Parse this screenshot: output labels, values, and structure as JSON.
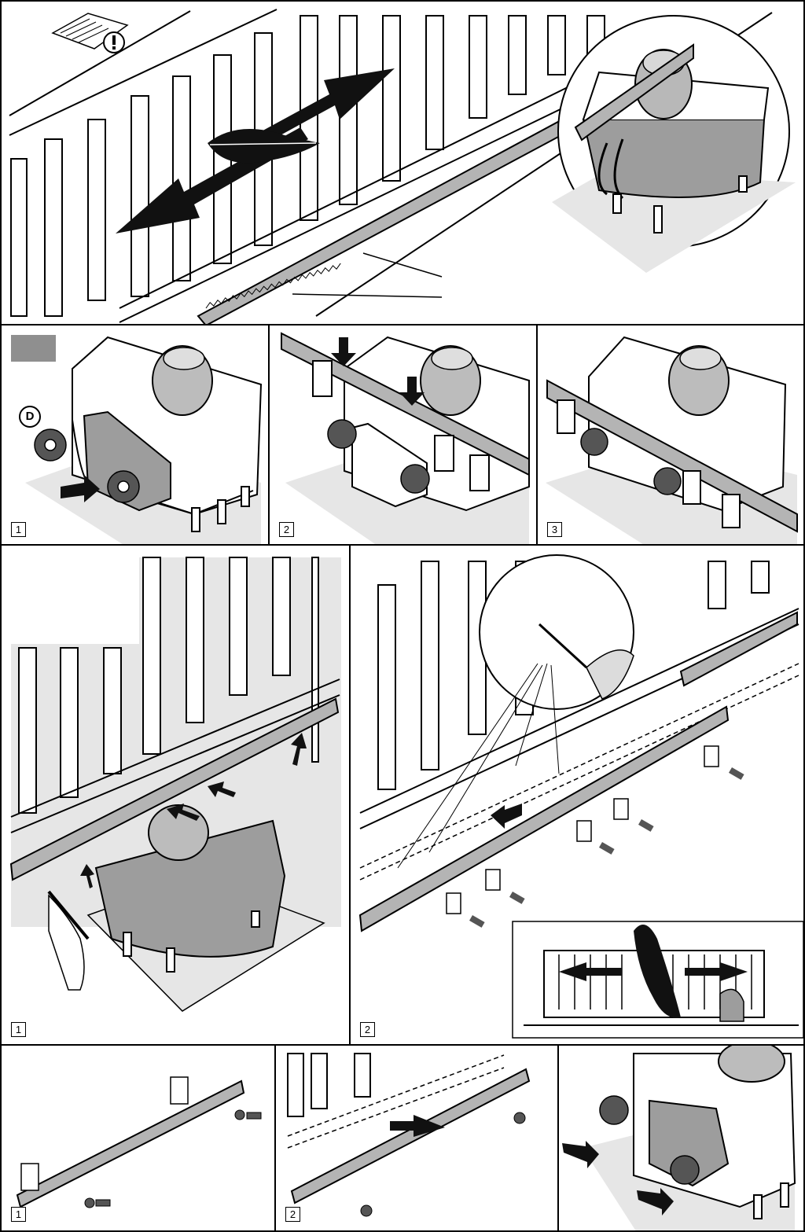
{
  "rows": [
    {
      "panels": [
        {
          "name": "fence-overview-panel",
          "step": ""
        }
      ]
    },
    {
      "panels": [
        {
          "name": "mount-rack-step-1-panel",
          "step": "1",
          "callout": "D"
        },
        {
          "name": "mount-rack-step-2-panel",
          "step": "2"
        },
        {
          "name": "mount-rack-step-3-panel",
          "step": "3"
        }
      ]
    },
    {
      "panels": [
        {
          "name": "mark-rack-step-1-panel",
          "step": "1"
        },
        {
          "name": "drill-rack-step-2-panel",
          "step": "2"
        }
      ]
    },
    {
      "panels": [
        {
          "name": "rack-joint-step-1-panel",
          "step": "1"
        },
        {
          "name": "rack-joint-step-2-panel",
          "step": "2"
        },
        {
          "name": "remove-knobs-panel",
          "step": ""
        }
      ]
    }
  ],
  "icons": {
    "manual": "manual-warning-icon",
    "feather": "feather-icon",
    "arrow": "double-arrow-icon"
  },
  "colors": {
    "line": "#000000",
    "rack_fill": "#b4b4b4",
    "motor_fill": "#9d9d9d",
    "floor_fill": "#e6e6e6",
    "tag_grey": "#8f8f8f"
  }
}
